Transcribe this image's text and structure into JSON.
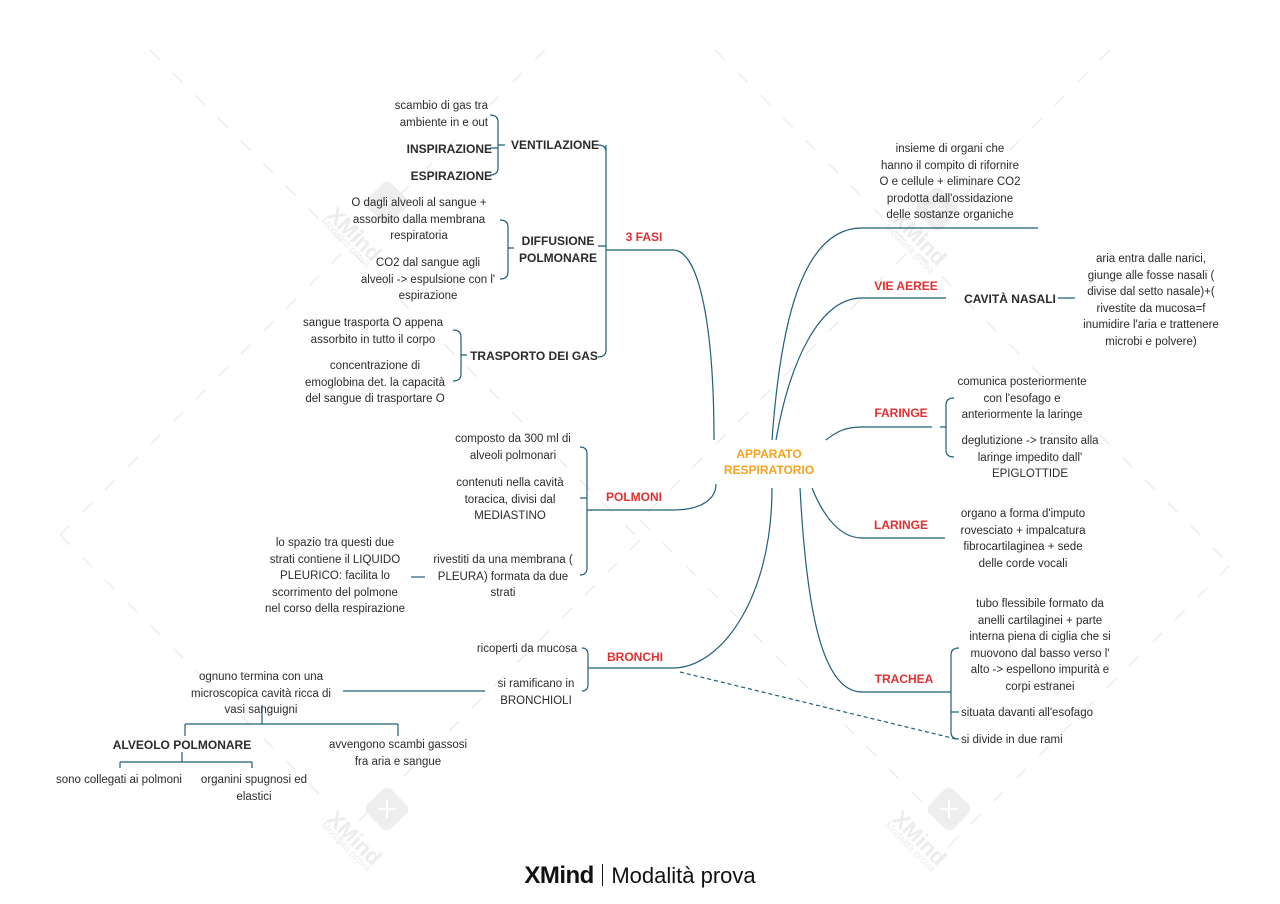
{
  "watermark": {
    "brand": "XMind",
    "sub": "Modalità prova"
  },
  "footer": {
    "brand": "XMind",
    "mode": "Modalità prova"
  },
  "root": "APPARATO\nRESPIRATORIO",
  "fasi": {
    "title": "3 FASI",
    "ventilazione": {
      "title": "VENTILAZIONE",
      "desc": "scambio di gas tra\nambiente in e out",
      "inspirazione": "INSPIRAZIONE",
      "espirazione": "ESPIRAZIONE"
    },
    "diffusione": {
      "title": "DIFFUSIONE\nPOLMONARE",
      "o2": "O dagli alveoli al sangue +\nassorbito dalla membrana\nrespiratoria",
      "co2": "CO2 dal sangue agli\nalveoli -> espulsione con l'\nespirazione"
    },
    "trasporto": {
      "title": "TRASPORTO DEI GAS",
      "a": "sangue trasporta O appena\nassorbito in tutto il corpo",
      "b": "concentrazione di\nemoglobina det. la capacità\ndel sangue di trasportare O"
    }
  },
  "polmoni": {
    "title": "POLMONI",
    "a": "composto da 300 ml di\nalveoli polmonari",
    "b": "contenuti nella cavità\ntoracica, divisi dal\nMEDIASTINO",
    "c": "rivestiti da una membrana (\nPLEURA) formata da due\nstrati",
    "c_detail": "lo spazio tra questi due\nstrati contiene il LIQUIDO\nPLEURICO: facilita lo\nscorrimento del polmone\nnel corso della respirazione"
  },
  "bronchi": {
    "title": "BRONCHI",
    "a": "ricoperti da mucosa",
    "b": "si ramificano in\nBRONCHIOLI",
    "b_detail": "ognuno termina con una\nmicroscopica cavità ricca di\nvasi sanguigni",
    "alveolo": "ALVEOLO POLMONARE",
    "scambi": "avvengono scambi gassosi\nfra aria e sangue",
    "collegati": "sono collegati ai polmoni",
    "spugnosi": "organini spugnosi ed\nelastici"
  },
  "definizione": "insieme di organi che\nhanno il compito di rifornire\nO e cellule + eliminare CO2\nprodotta dall'ossidazione\ndelle sostanze organiche",
  "vie_aeree": {
    "title": "VIE AEREE",
    "cavita": "CAVITÀ NASALI",
    "cavita_detail": "aria entra dalle narici,\ngiunge alle fosse nasali (\ndivise dal setto nasale)+(\nrivestite da mucosa=f\ninumidire l'aria e trattenere\nmicrobi e polvere)"
  },
  "faringe": {
    "title": "FARINGE",
    "a": "comunica posteriormente\ncon l'esofago e\nanteriormente la laringe",
    "b": "deglutizione -> transito alla\nlaringe impedito dall'\nEPIGLOTTIDE"
  },
  "laringe": {
    "title": "LARINGE",
    "a": "organo a forma d'imputo\nrovesciato + impalcatura\nfibrocartilaginea + sede\ndelle corde vocali"
  },
  "trachea": {
    "title": "TRACHEA",
    "a": "tubo flessibile formato da\nanelli cartilaginei + parte\ninterna piena di ciglia che si\nmuovono dal basso verso l'\nalto -> espellono impurità e\ncorpi estranei",
    "b": "situata davanti all'esofago",
    "c": "si divide in due rami"
  },
  "colors": {
    "line": "#1f5f79",
    "topic_red": "#e03030",
    "root_orange": "#f4a31e"
  }
}
